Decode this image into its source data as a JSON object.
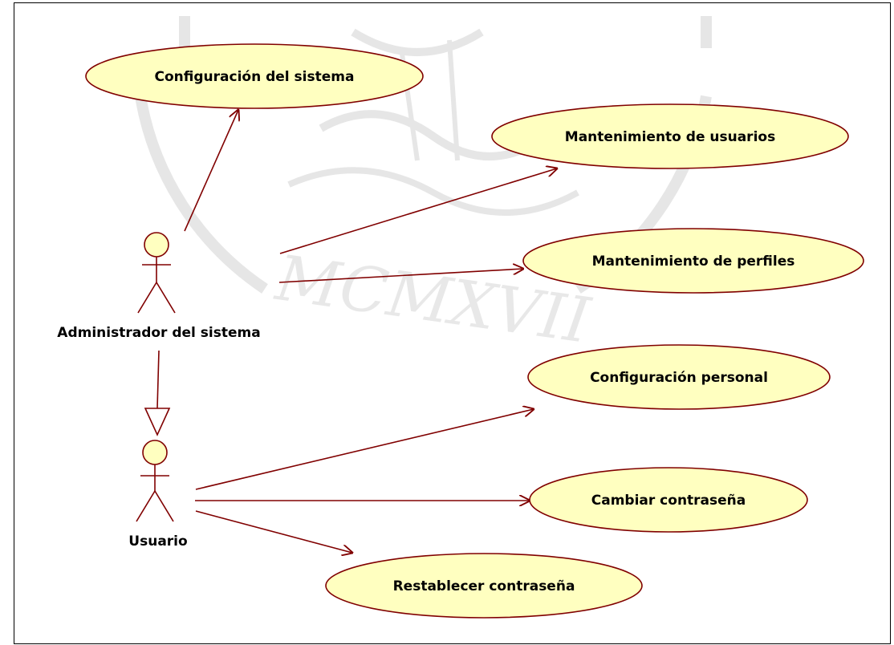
{
  "colors": {
    "ellipse_fill": "#FFFFC0",
    "ellipse_stroke": "#800000",
    "line_stroke": "#800000",
    "watermark": "#E4E4E4"
  },
  "actors": {
    "admin": {
      "label": "Administrador del sistema"
    },
    "user": {
      "label": "Usuario"
    }
  },
  "use_cases": {
    "config_sistema": {
      "label": "Configuración del sistema"
    },
    "mant_usuarios": {
      "label": "Mantenimiento de usuarios"
    },
    "mant_perfiles": {
      "label": "Mantenimiento de perfiles"
    },
    "config_personal": {
      "label": "Configuración personal"
    },
    "cambiar_pass": {
      "label": "Cambiar contraseña"
    },
    "restablecer_pass": {
      "label": "Restablecer contraseña"
    }
  },
  "watermark": {
    "text": "MCMXVII"
  }
}
